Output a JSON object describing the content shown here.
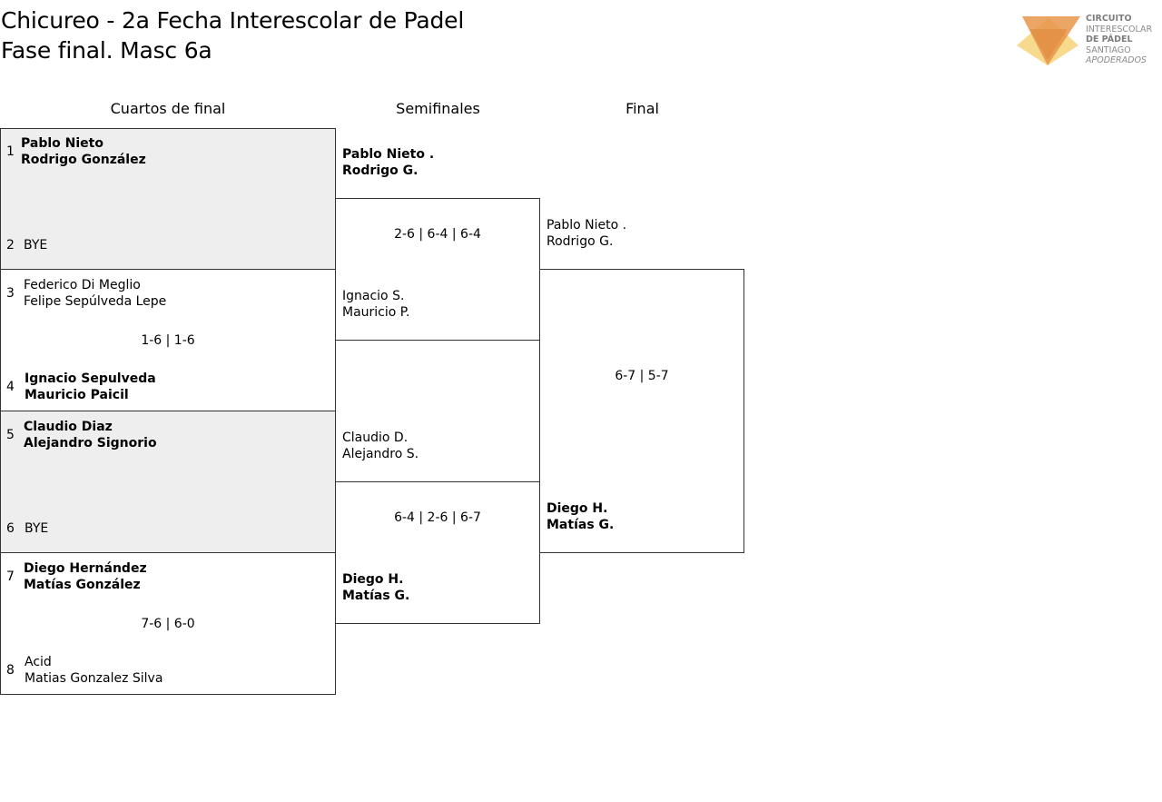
{
  "header": {
    "title_line1": "Chicureo - 2a Fecha Interescolar de Padel",
    "title_line2": "Fase final. Masc 6a"
  },
  "logo": {
    "line1": "CIRCUITO",
    "line2": "INTERESCOLAR",
    "line3": "DE PÁDEL",
    "line4": "SANTIAGO",
    "line5": "APODERADOS",
    "colors": {
      "orange": "#e8954a",
      "yellow": "#f7d37a"
    }
  },
  "rounds": {
    "quarterfinals": "Cuartos de final",
    "semifinals": "Semifinales",
    "final": "Final"
  },
  "quarterfinals": [
    {
      "shaded": true,
      "top": {
        "seed": "1",
        "p1": "Pablo Nieto",
        "p2": "Rodrigo González",
        "winner": true
      },
      "bottom": {
        "seed": "2",
        "p1": "BYE",
        "p2": "",
        "winner": false
      },
      "score": ""
    },
    {
      "shaded": false,
      "top": {
        "seed": "3",
        "p1": "Federico Di Meglio",
        "p2": "Felipe Sepúlveda Lepe",
        "winner": false
      },
      "bottom": {
        "seed": "4",
        "p1": "Ignacio Sepulveda",
        "p2": "Mauricio Paicil",
        "winner": true
      },
      "score": "1-6 | 1-6"
    },
    {
      "shaded": true,
      "top": {
        "seed": "5",
        "p1": "Claudio Diaz",
        "p2": "Alejandro Signorio",
        "winner": true
      },
      "bottom": {
        "seed": "6",
        "p1": "BYE",
        "p2": "",
        "winner": false
      },
      "score": ""
    },
    {
      "shaded": false,
      "top": {
        "seed": "7",
        "p1": "Diego Hernández",
        "p2": "Matías González",
        "winner": true
      },
      "bottom": {
        "seed": "8",
        "p1": "Acid",
        "p2": "Matias Gonzalez Silva",
        "winner": false
      },
      "score": "7-6 | 6-0"
    }
  ],
  "semifinals": [
    {
      "top": {
        "p1": "Pablo Nieto .",
        "p2": "Rodrigo G.",
        "winner": true
      },
      "bottom": {
        "p1": "Ignacio S.",
        "p2": "Mauricio P.",
        "winner": false
      },
      "score": "2-6 | 6-4 | 6-4"
    },
    {
      "top": {
        "p1": "Claudio D.",
        "p2": "Alejandro S.",
        "winner": false
      },
      "bottom": {
        "p1": "Diego H.",
        "p2": "Matías G.",
        "winner": true
      },
      "score": "6-4 | 2-6 | 6-7"
    }
  ],
  "final": {
    "top": {
      "p1": "Pablo Nieto .",
      "p2": "Rodrigo G.",
      "winner": false
    },
    "bottom": {
      "p1": "Diego H.",
      "p2": "Matías G.",
      "winner": true
    },
    "score": "6-7 | 5-7"
  }
}
